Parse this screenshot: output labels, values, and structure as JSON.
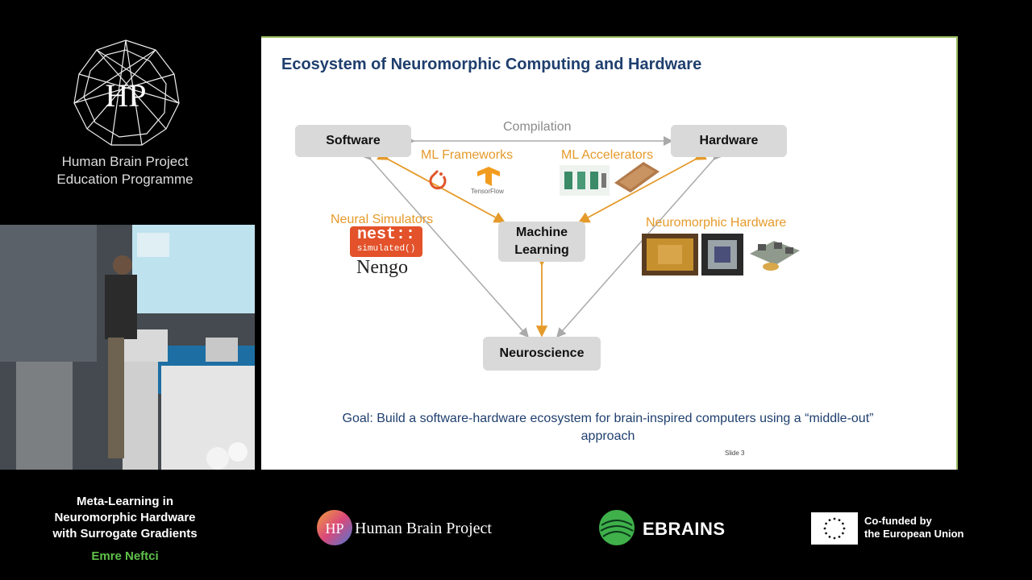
{
  "branding": {
    "org_line1": "Human Brain Project",
    "org_line2": "Education Programme",
    "logo_letters": "HP"
  },
  "slide": {
    "title": "Ecosystem of Neuromorphic Computing and Hardware",
    "nodes": {
      "software": "Software",
      "hardware": "Hardware",
      "ml_line1": "Machine",
      "ml_line2": "Learning",
      "neuroscience": "Neuroscience"
    },
    "labels": {
      "compilation": "Compilation",
      "ml_frameworks": "ML Frameworks",
      "ml_accelerators": "ML Accelerators",
      "neural_simulators": "Neural Simulators",
      "neuromorphic_hardware": "Neuromorphic Hardware"
    },
    "logos": {
      "tensorflow": "TensorFlow",
      "nest": "nest::",
      "nest_sub": "simulated()",
      "nengo": "Nengo"
    },
    "goal_line1": "Goal: Build a software-hardware ecosystem for brain-inspired computers using a “middle-out”",
    "goal_line2": "approach",
    "slide_number": "Slide 3"
  },
  "footer": {
    "talk_title_line1": "Meta-Learning in",
    "talk_title_line2": "Neuromorphic Hardware",
    "talk_title_line3": "with Surrogate Gradients",
    "speaker": "Emre Neftci",
    "hbp": "Human Brain Project",
    "ebrains": "EBRAINS",
    "eu_line1": "Co-funded by",
    "eu_line2": "the European Union"
  },
  "colors": {
    "accent_orange": "#e59a2a",
    "title_blue": "#1f3f6e",
    "speaker_green": "#5fc24a"
  }
}
